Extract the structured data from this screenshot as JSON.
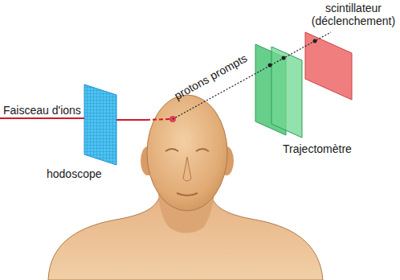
{
  "diagram": {
    "labels": [
      "Faisceau d'ions",
      "hodoscope",
      "protons prompts",
      "scintillateur (déclenchement)",
      "Trajectomètre"
    ]
  }
}
